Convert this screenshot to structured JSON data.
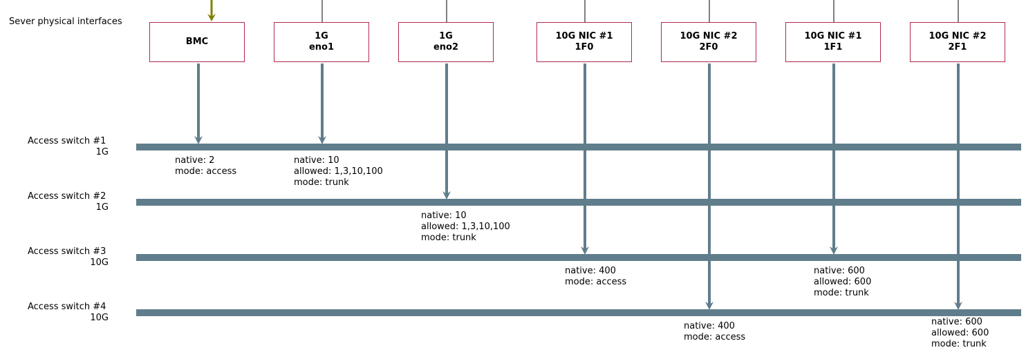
{
  "diagram_title": "Sever physical interfaces",
  "colors": {
    "bus": "#607d8b",
    "box_border": "#b0294a",
    "top_arrow": "#808000",
    "link_line": "#000000"
  },
  "switches": [
    {
      "name": "Access switch #1",
      "speed": "1G"
    },
    {
      "name": "Access switch #2",
      "speed": "1G"
    },
    {
      "name": "Access switch #3",
      "speed": "10G"
    },
    {
      "name": "Access switch #4",
      "speed": "10G"
    }
  ],
  "interfaces": [
    {
      "line1": "BMC",
      "line2": ""
    },
    {
      "line1": "1G",
      "line2": "eno1"
    },
    {
      "line1": "1G",
      "line2": "eno2"
    },
    {
      "line1": "10G NIC #1",
      "line2": "1F0"
    },
    {
      "line1": "10G NIC #2",
      "line2": "2F0"
    },
    {
      "line1": "10G NIC #1",
      "line2": "1F1"
    },
    {
      "line1": "10G NIC #2",
      "line2": "2F1"
    }
  ],
  "port_configs": [
    {
      "lines": [
        "native: 2",
        "mode: access"
      ]
    },
    {
      "lines": [
        "native: 10",
        "allowed: 1,3,10,100",
        "mode: trunk"
      ]
    },
    {
      "lines": [
        "native: 10",
        "allowed: 1,3,10,100",
        "mode: trunk"
      ]
    },
    {
      "lines": [
        "native: 400",
        "mode: access"
      ]
    },
    {
      "lines": [
        "native: 400",
        "mode: access"
      ]
    },
    {
      "lines": [
        "native: 600",
        "allowed: 600",
        "mode: trunk"
      ]
    },
    {
      "lines": [
        "native: 600",
        "allowed: 600",
        "mode: trunk"
      ]
    }
  ]
}
